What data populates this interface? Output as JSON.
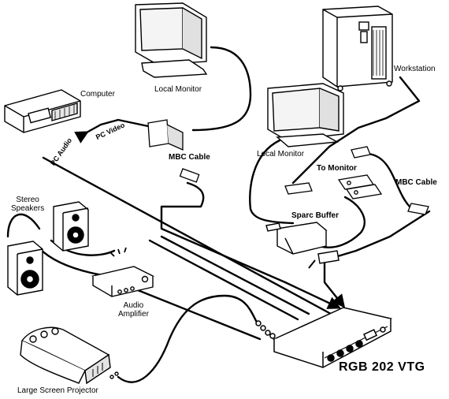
{
  "labels": {
    "computer": "Computer",
    "local_monitor_top": "Local Monitor",
    "workstation": "Workstation",
    "pc_video": "PC Video",
    "pc_audio": "PC Audio",
    "mbc_cable_left": "MBC Cable",
    "local_monitor_mid": "Local Monitor",
    "to_monitor": "To Monitor",
    "mbc_cable_right": "MBC Cable",
    "sparc_buffer": "Sparc Buffer",
    "stereo_speakers": "Stereo\nSpeakers",
    "audio_amplifier": "Audio\nAmplifier",
    "large_screen_projector": "Large Screen Projector",
    "product_name": "RGB 202 VTG"
  },
  "colors": {
    "stroke": "#000000",
    "background": "#ffffff",
    "shade": "#d8d8d8"
  }
}
